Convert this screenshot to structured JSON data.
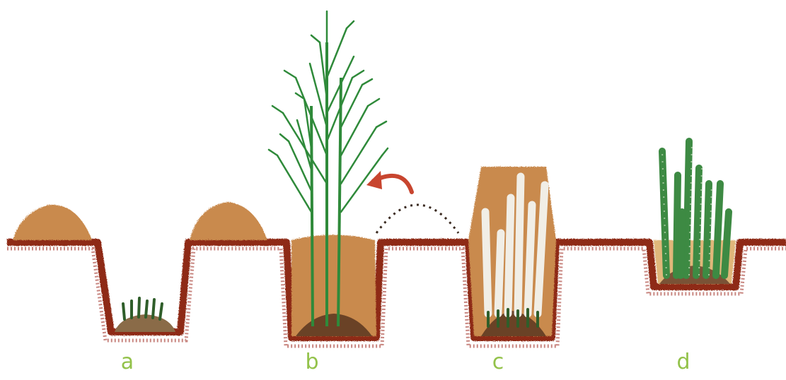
{
  "colors": {
    "background": "#ffffff",
    "soil_red": "#8e2a18",
    "soil_tan": "#c98a4d",
    "label_green": "#93c24a",
    "foliage_green": "#2f8a3a",
    "arrow_red": "#c8452f"
  },
  "labels": [
    {
      "key": "a",
      "text": "a"
    },
    {
      "key": "b",
      "text": "b"
    },
    {
      "key": "c",
      "text": "c"
    },
    {
      "key": "d",
      "text": "d"
    }
  ]
}
